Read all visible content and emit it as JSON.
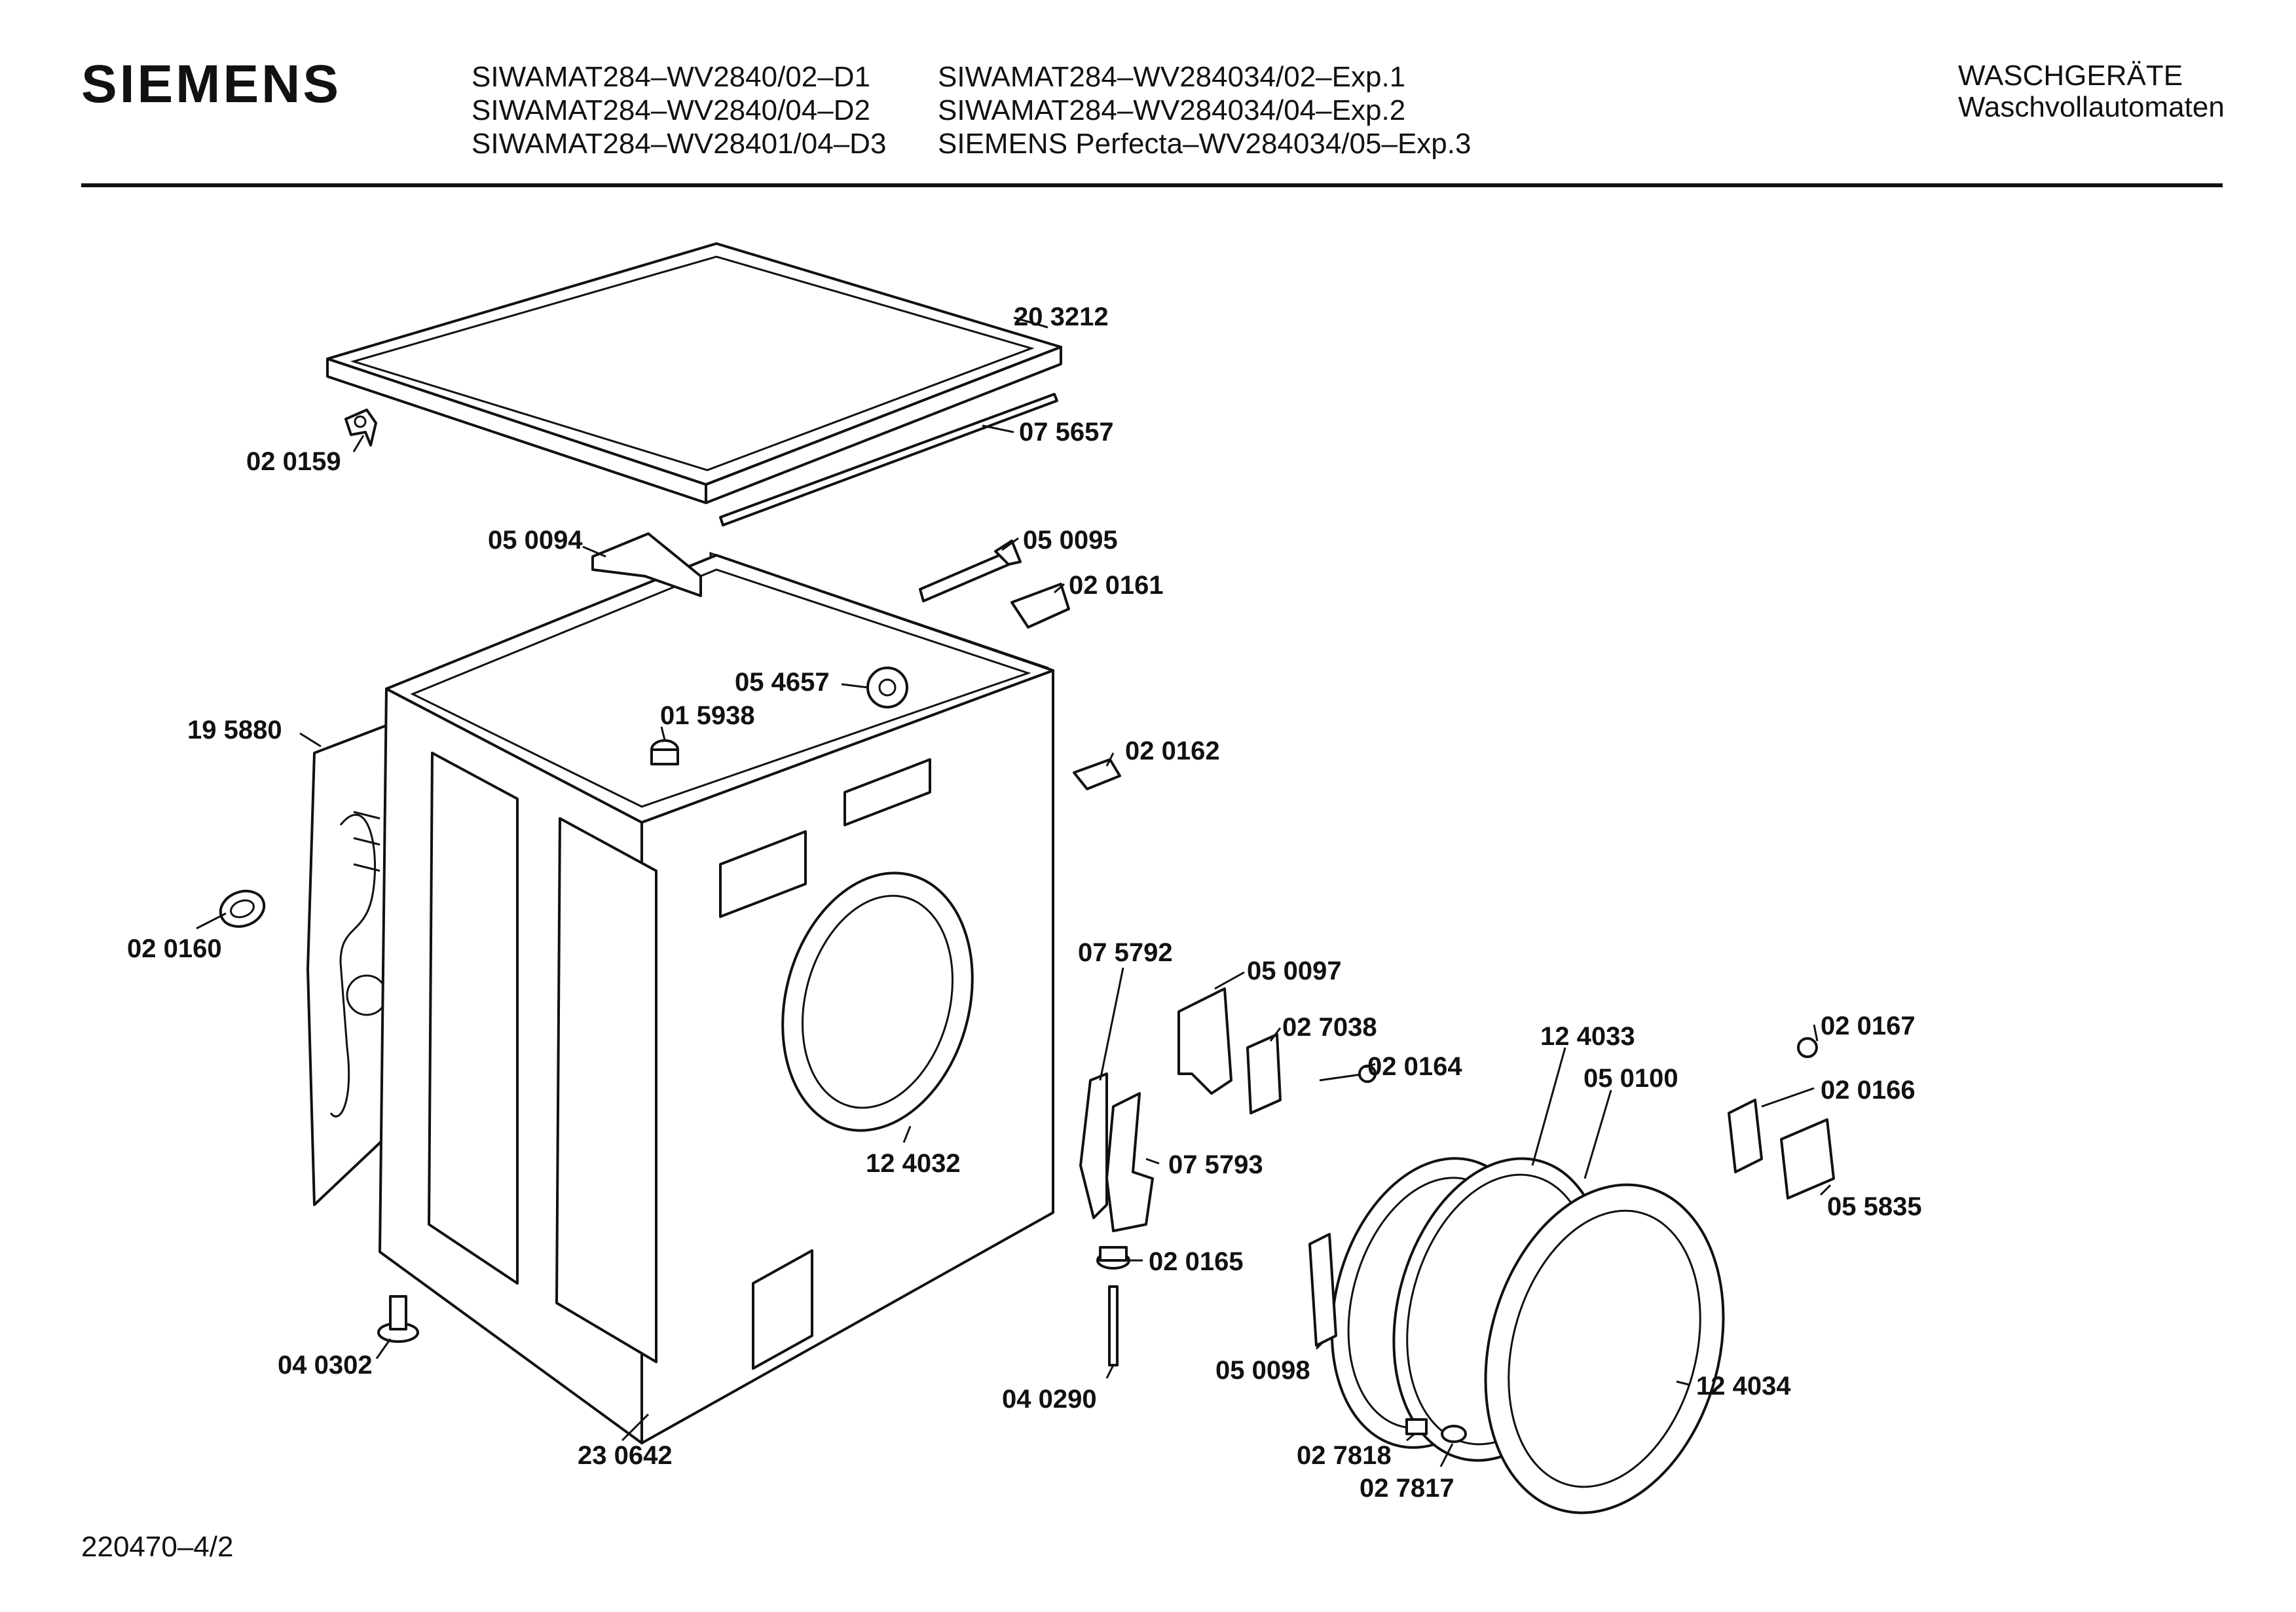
{
  "header": {
    "brand": "SIEMENS",
    "models_left": [
      "SIWAMAT284–WV2840/02–D1",
      "SIWAMAT284–WV2840/04–D2",
      "SIWAMAT284–WV28401/04–D3"
    ],
    "models_right": [
      "SIWAMAT284–WV284034/02–Exp.1",
      "SIWAMAT284–WV284034/04–Exp.2",
      "SIEMENS Perfecta–WV284034/05–Exp.3"
    ],
    "category_line1": "WASCHGERÄTE",
    "category_line2": "Waschvollautomaten"
  },
  "footer": {
    "drawing_number": "220470–4/2"
  },
  "parts": [
    {
      "key": "top_cover",
      "label": "20 3212"
    },
    {
      "key": "top_seal",
      "label": "07 5657"
    },
    {
      "key": "hinge_clip",
      "label": "02 0159"
    },
    {
      "key": "bracket_left",
      "label": "05 0094"
    },
    {
      "key": "bracket_right",
      "label": "05 0095"
    },
    {
      "key": "clip_top",
      "label": "02 0161"
    },
    {
      "key": "cam_knob",
      "label": "05 4657"
    },
    {
      "key": "plug",
      "label": "01 5938"
    },
    {
      "key": "rear_panel",
      "label": "19 5880"
    },
    {
      "key": "clip_side",
      "label": "02 0162"
    },
    {
      "key": "grommet",
      "label": "02 0160"
    },
    {
      "key": "cabinet_spring",
      "label": "07 5792"
    },
    {
      "key": "lock_housing",
      "label": "05 0097"
    },
    {
      "key": "lock_plate",
      "label": "02 7038"
    },
    {
      "key": "screw",
      "label": "02 0164"
    },
    {
      "key": "door_ring_outer",
      "label": "12 4033"
    },
    {
      "key": "door_gasket",
      "label": "05 0100"
    },
    {
      "key": "handle_screw",
      "label": "02 0167"
    },
    {
      "key": "handle_clip",
      "label": "02 0166"
    },
    {
      "key": "handle",
      "label": "05 5835"
    },
    {
      "key": "door_hinge",
      "label": "07 5793"
    },
    {
      "key": "porthole_spring",
      "label": "12 4032"
    },
    {
      "key": "foot_cap",
      "label": "02 0165"
    },
    {
      "key": "shaft",
      "label": "04 0290"
    },
    {
      "key": "foot",
      "label": "04 0302"
    },
    {
      "key": "cabinet",
      "label": "23 0642"
    },
    {
      "key": "hinge_plate",
      "label": "05 0098"
    },
    {
      "key": "door_ring_front",
      "label": "12 4034"
    },
    {
      "key": "bolt",
      "label": "02 7818"
    },
    {
      "key": "washer",
      "label": "02 7817"
    }
  ]
}
